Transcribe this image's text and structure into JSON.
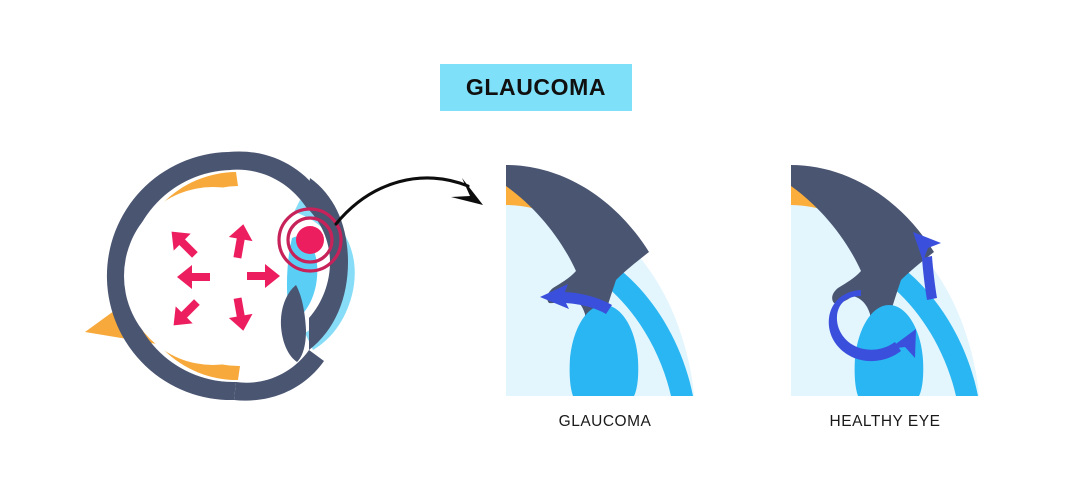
{
  "title": {
    "text": "GLAUCOMA",
    "banner_color": "#7FE0FA",
    "text_color": "#101010"
  },
  "panels": [
    {
      "id": "glaucoma",
      "caption": "GLAUCOMA"
    },
    {
      "id": "healthy",
      "caption": "HEALTHY EYE"
    }
  ],
  "diagram": {
    "type": "medical-illustration",
    "subject": "glaucoma-eye-anatomy",
    "main_eye": {
      "name": "cross-section-eye",
      "pressure_marker": "intraocular-pressure-point",
      "pressure_arrows_count": 6,
      "pressure_arrow_directions": [
        "up-left",
        "up-right",
        "left",
        "right",
        "down-left",
        "down-right"
      ]
    },
    "callout": {
      "name": "callout-arrow",
      "from": "pressure-point",
      "to": "glaucoma-detail-panel"
    },
    "glaucoma_detail": {
      "flow": "blocked-drainage",
      "arrow_count": 1,
      "arrow_directions": [
        "left"
      ]
    },
    "healthy_detail": {
      "flow": "normal-aqueous-outflow",
      "arrow_count": 2,
      "arrow_directions": [
        "s-curve-right",
        "up"
      ]
    }
  },
  "colors": {
    "sclera_slate": "#4A5571",
    "iris_orange": "#F7A93B",
    "cornea_blue": "#29B6F2",
    "cornea_light": "#87DDF7",
    "interior_pale": "#E3F5FD",
    "pressure_red": "#ED1E5F",
    "pressure_ring": "#C7225A",
    "flow_arrow_blue": "#3A50DC",
    "banner_cyan": "#7FE0FA",
    "callout_black": "#0D0D0D",
    "background": "#FFFFFF"
  }
}
